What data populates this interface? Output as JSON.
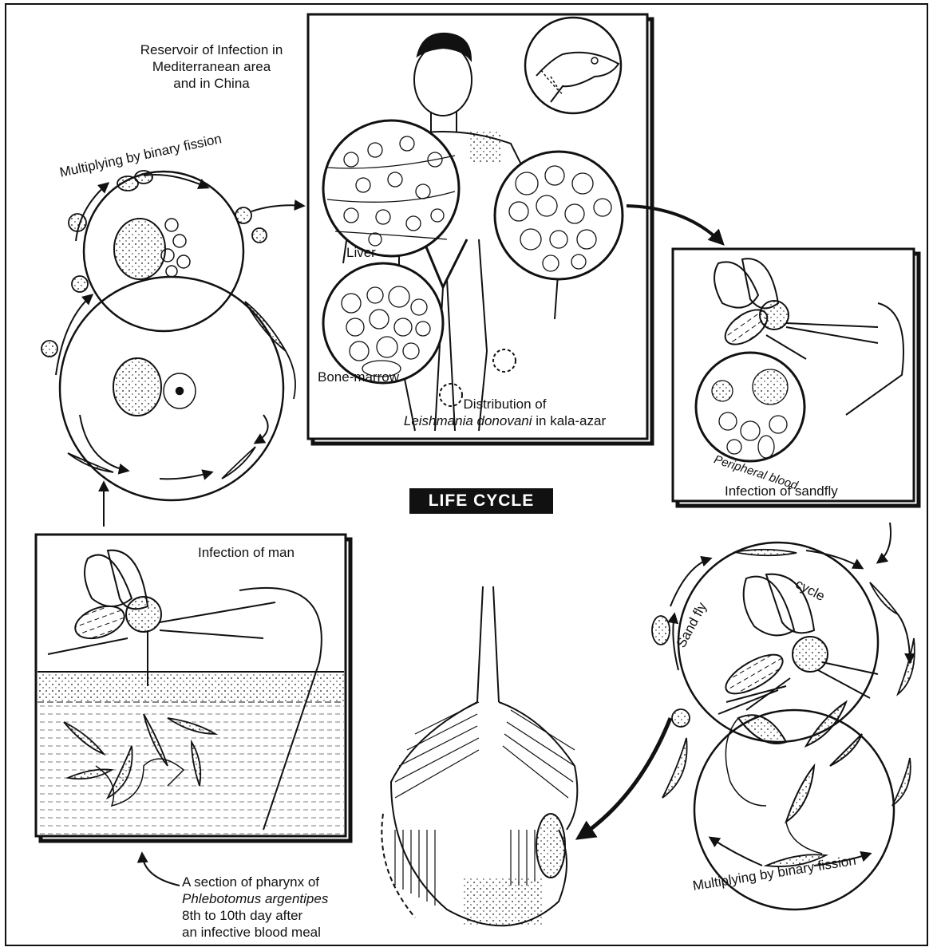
{
  "title": "LIFE CYCLE",
  "labels": {
    "reservoir": [
      "Reservoir of Infection in",
      "Mediterranean area",
      "and in China"
    ],
    "multiplying_top": "Multiplying by binary fission",
    "liver": "Liver",
    "bone_marrow": "Bone-marrow",
    "distribution": [
      "Distribution of",
      "Leishmania donovani",
      " in kala-azar"
    ],
    "peripheral_blood": "Peripheral blood",
    "infection_sandfly": "Infection of sandfly",
    "infection_man": "Infection of man",
    "sand_fly": "Sand fly",
    "cycle": "cycle",
    "multiplying_bottom": "Multiplying by binary fission",
    "pharynx": [
      "A section of pharynx of",
      "Phlebotomus argentipes",
      "8th to 10th day after",
      "an infective blood meal"
    ]
  },
  "colors": {
    "ink": "#111111",
    "background": "#ffffff",
    "title_bg": "#111111",
    "title_text": "#ffffff"
  }
}
